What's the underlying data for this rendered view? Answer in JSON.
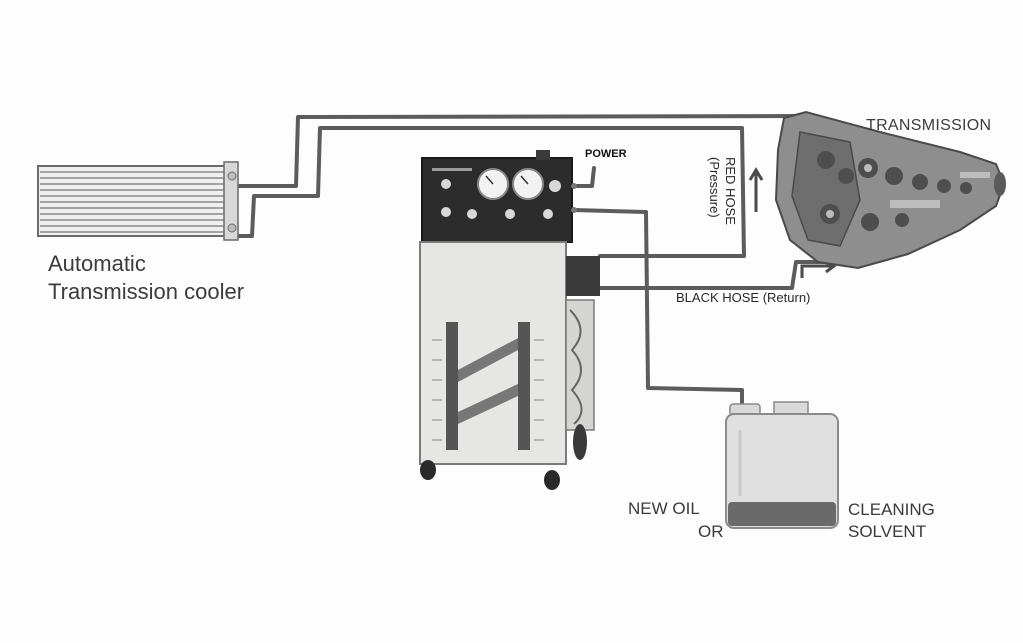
{
  "labels": {
    "cooler_line1": "Automatic",
    "cooler_line2": "Transmission cooler",
    "transmission": "TRANSMISSION",
    "power": "POWER",
    "red_hose_line1": "RED HOSE",
    "red_hose_line2": "(Pressure)",
    "black_hose": "BLACK HOSE (Return)",
    "new_oil": "NEW OIL",
    "or": "OR",
    "cleaning_line1": "CLEANING",
    "cleaning_line2": "SOLVENT"
  },
  "components": {
    "cooler": "radiator-cooler",
    "machine": "fluid-exchange-machine",
    "transmission": "transmission-unit",
    "canister": "fluid-canister"
  },
  "colors": {
    "hose": "#5a5a5a",
    "machine_panel": "#2c2c2c",
    "machine_body": "#e6e6e4",
    "canister_fluid": "#6a6a6a"
  }
}
